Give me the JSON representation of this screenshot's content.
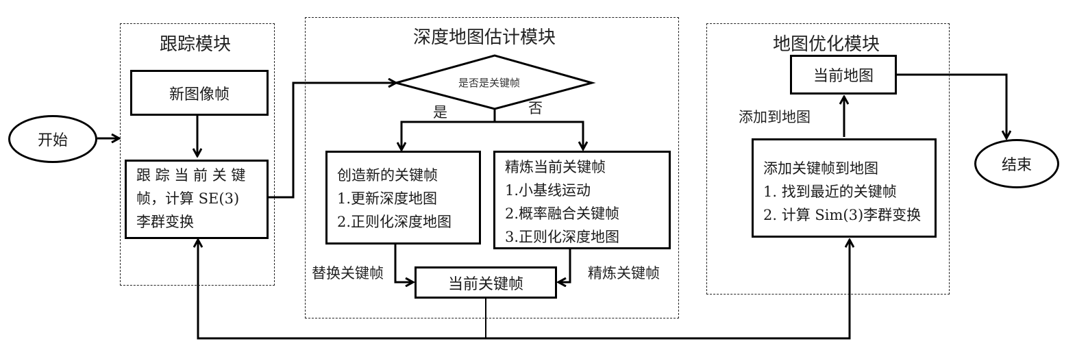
{
  "terminals": {
    "start": "开始",
    "end": "结束"
  },
  "modules": {
    "tracking": {
      "title": "跟踪模块",
      "new_frame": "新图像帧",
      "track_lines": [
        "跟 踪 当 前 关 键",
        "帧，计算 SE(3)",
        "李群变换"
      ]
    },
    "depth": {
      "title": "深度地图估计模块",
      "decision": "是否是关键帧",
      "yes": "是",
      "no": "否",
      "create": {
        "lines": [
          "创造新的关键帧",
          "1.更新深度地图",
          "2.正则化深度地图"
        ]
      },
      "refine": {
        "lines": [
          "精炼当前关键帧",
          "1.小基线运动",
          "2.概率融合关键帧",
          "3.正则化深度地图"
        ]
      },
      "replace_label": "替换关键帧",
      "refine_label": "精炼关键帧",
      "current_keyframe": "当前关键帧"
    },
    "map_opt": {
      "title": "地图优化模块",
      "current_map": "当前地图",
      "add_label": "添加到地图",
      "add_lines": [
        "添加关键帧到地图",
        "1. 找到最近的关键帧",
        "2. 计算 Sim(3)李群变换"
      ]
    }
  }
}
